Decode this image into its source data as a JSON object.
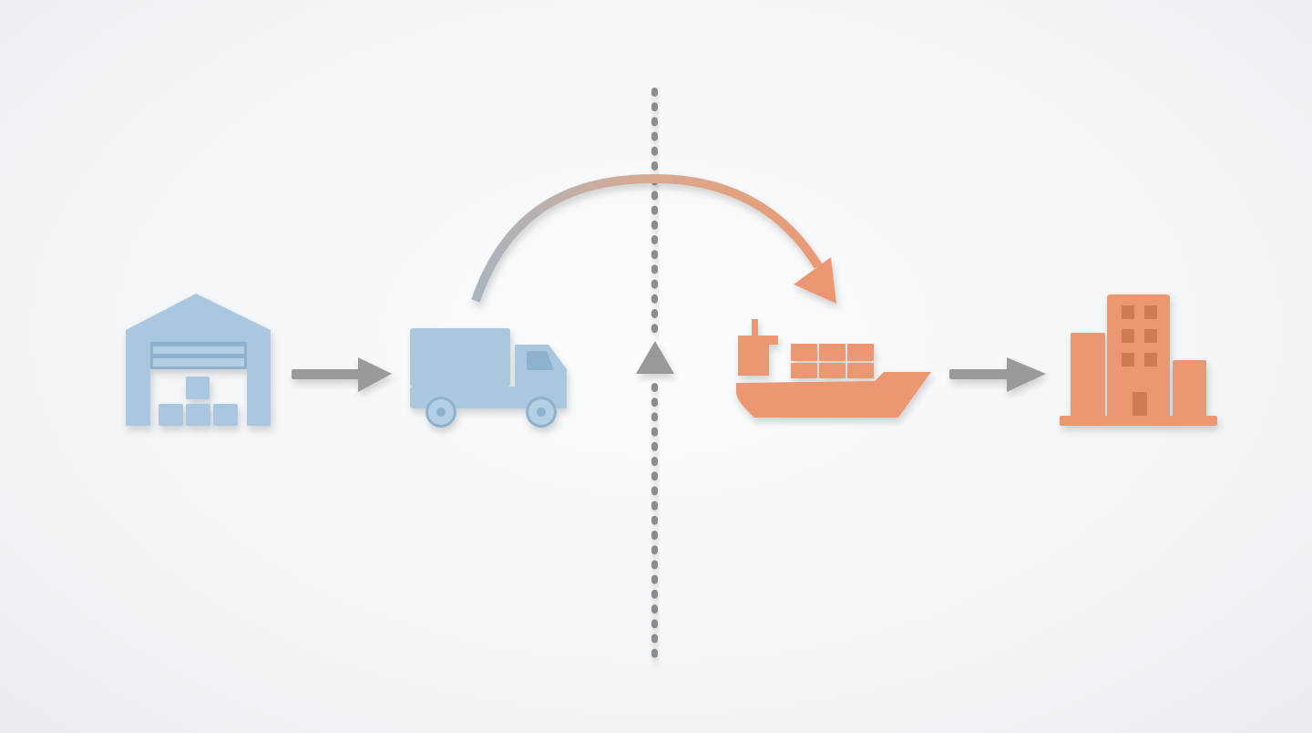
{
  "diagram": {
    "colors": {
      "origin": "#a9c8e0",
      "origin_shade": "#8eb1ce",
      "destination": "#eb9872",
      "destination_shade": "#cf7a55",
      "connector": "#9a9a9a",
      "divider": "#8c8c8c"
    },
    "nodes": [
      {
        "icon": "warehouse-icon"
      },
      {
        "icon": "truck-icon"
      },
      {
        "icon": "cargo-ship-icon"
      },
      {
        "icon": "office-building-icon"
      }
    ],
    "connectors": [
      {
        "from": "warehouse-icon",
        "to": "truck-icon",
        "style": "straight-arrow"
      },
      {
        "from": "truck-icon",
        "to": "cargo-ship-icon",
        "style": "curved-arrow-gradient"
      },
      {
        "from": "cargo-ship-icon",
        "to": "office-building-icon",
        "style": "straight-arrow"
      }
    ],
    "divider": {
      "style": "dotted-vertical",
      "marker": "up-arrow"
    }
  }
}
